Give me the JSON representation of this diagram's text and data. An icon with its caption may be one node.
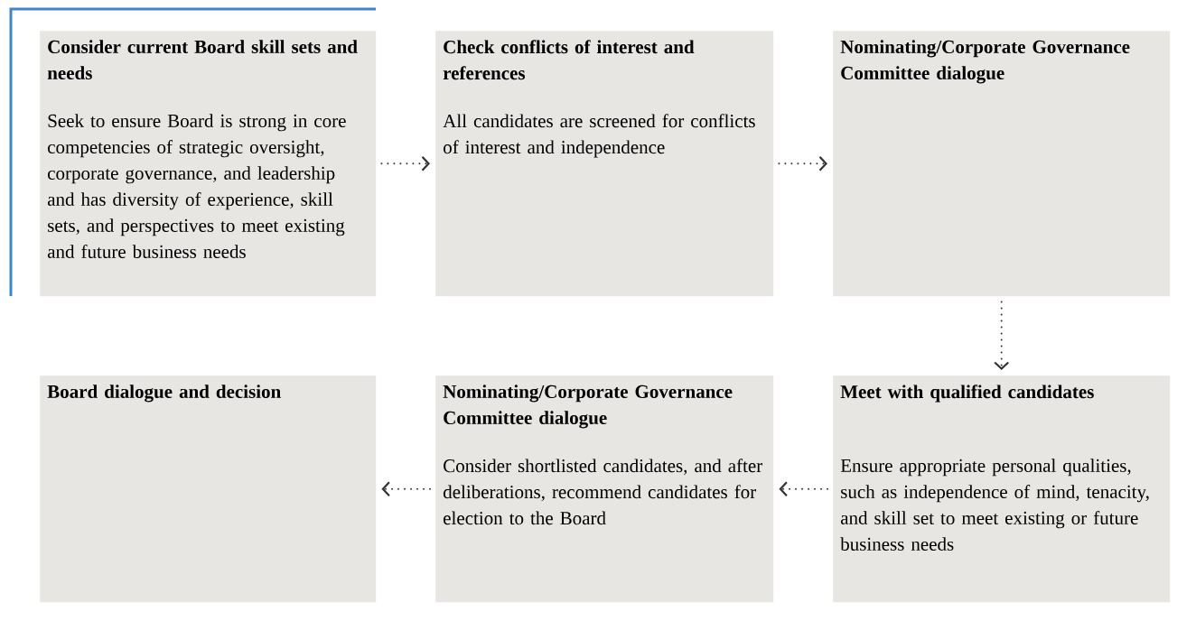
{
  "diagram": {
    "nodes": [
      {
        "text": [
          "Consider current Board skill sets and needs",
          "Seek to ensure Board is strong in core competencies of strategic oversight, corporate governance, and leadership and has diversity of experience, skill sets, and perspectives to meet existing and future business needs"
        ]
      },
      {
        "text": [
          "Check conflicts of interest and references",
          "All candidates are screened for conflicts of interest and independence"
        ]
      },
      {
        "text": [
          "Nominating/Corporate Governance Committee dialogue"
        ]
      },
      {
        "text": [
          "Meet with qualified candidates",
          "Ensure appropriate personal qualities, such as independence of mind, tenacity, and skill set to meet existing or future business needs"
        ]
      },
      {
        "text": [
          "Nominating/Corporate Governance Committee dialogue",
          "Consider shortlisted candidates, and after deliberations, recommend candidates for election to the Board"
        ]
      },
      {
        "text": [
          "Board dialogue and decision"
        ]
      }
    ],
    "edges": [
      {
        "from": 0,
        "to": 1,
        "arrow": "to"
      },
      {
        "from": 1,
        "to": 2,
        "arrow": "to"
      },
      {
        "from": 2,
        "to": 3,
        "arrow": "to"
      },
      {
        "from": 3,
        "to": 4,
        "arrow": "to"
      },
      {
        "from": 4,
        "to": 5,
        "arrow": "to"
      }
    ]
  }
}
